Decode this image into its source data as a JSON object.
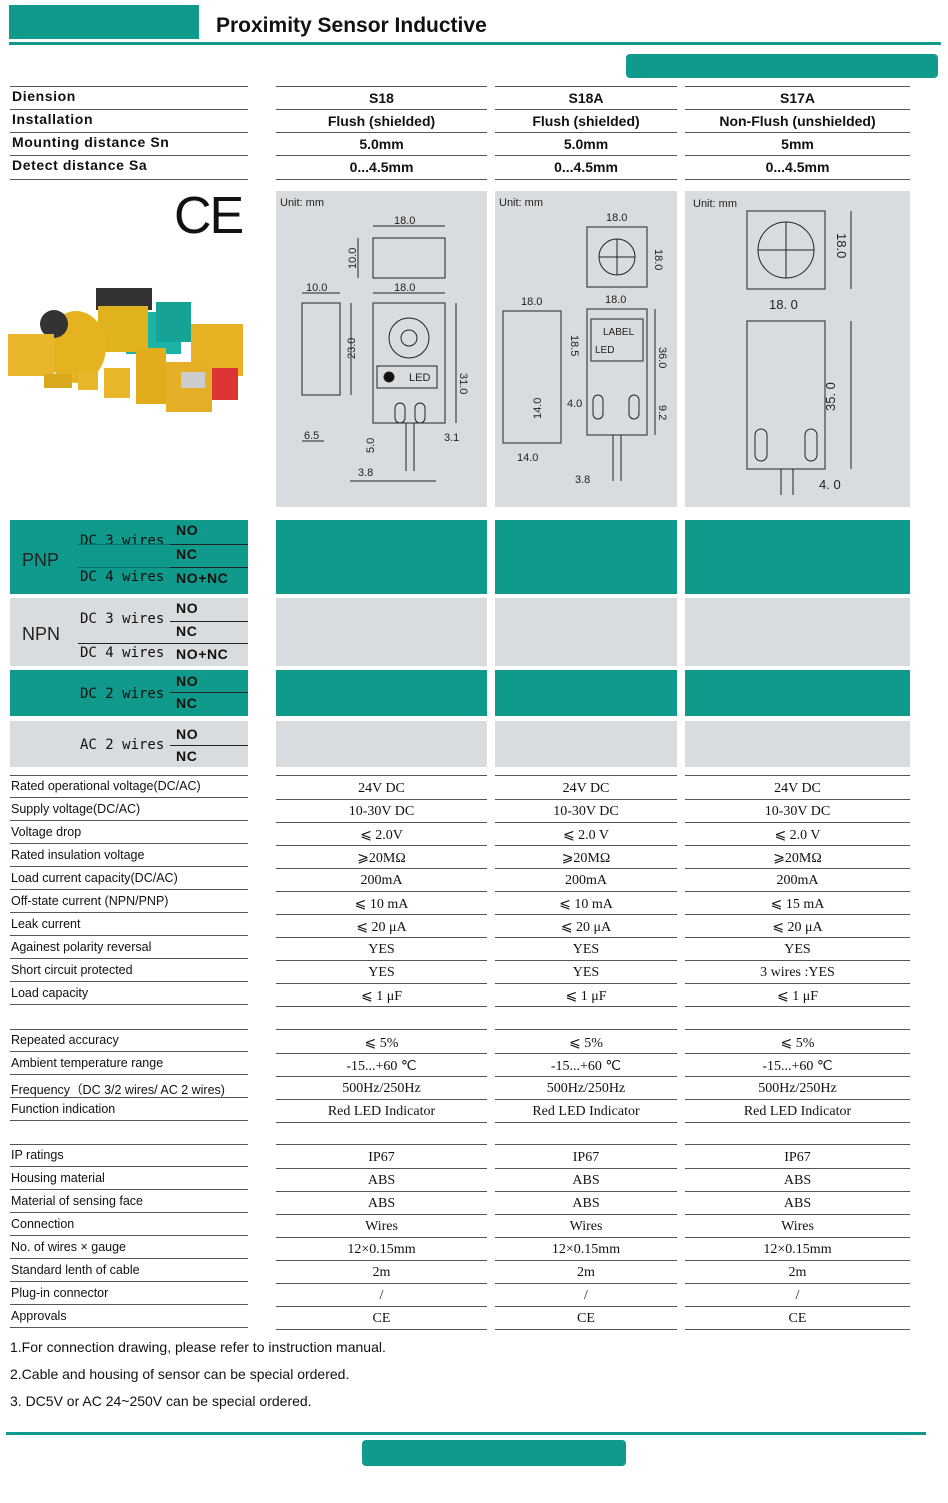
{
  "header": {
    "title": "Proximity Sensor Inductive"
  },
  "colors": {
    "teal": "#0f9a8c",
    "panel": "#d9dcdf"
  },
  "top_rows": [
    {
      "label": "Diension",
      "values": [
        "S18",
        "S18A",
        "S17A"
      ]
    },
    {
      "label": "Installation",
      "values": [
        "Flush (shielded)",
        "Flush (shielded)",
        "Non-Flush (unshielded)"
      ]
    },
    {
      "label": "Mounting distance Sn",
      "values": [
        "5.0mm",
        "5.0mm",
        "5mm"
      ]
    },
    {
      "label": "Detect distance Sa",
      "values": [
        "0...4.5mm",
        "0...4.5mm",
        "0...4.5mm"
      ]
    }
  ],
  "ce_mark": "CE",
  "drawings": {
    "unit": "Unit: mm",
    "s18": {
      "d1": "18.0",
      "d2": "10.0",
      "d3": "10.0",
      "d4": "18.0",
      "d5": "23.0",
      "d6": "31.0",
      "d7": "LED",
      "d8": "6.5",
      "d9": "5.0",
      "d10": "3.1",
      "d11": "3.8"
    },
    "s18a": {
      "d1": "18.0",
      "d2": "18.0",
      "d3": "18.0",
      "d4": "18.0",
      "d5": "18.5",
      "d6": "36.0",
      "d7": "LABEL",
      "d8": "LED",
      "d9": "14.0",
      "d10": "4.0",
      "d11": "9.2",
      "d12": "14.0",
      "d13": "3.8"
    },
    "s17a": {
      "d1": "18.0",
      "d2": "18. 0",
      "d3": "35. 0",
      "d4": "4. 0"
    }
  },
  "wiring": {
    "pnp": {
      "label": "PNP",
      "rows": [
        {
          "wires": "DC 3 wires",
          "types": [
            "NO",
            "NC"
          ]
        },
        {
          "wires": "DC 4 wires",
          "types": [
            "NO+NC"
          ]
        }
      ]
    },
    "npn": {
      "label": "NPN",
      "rows": [
        {
          "wires": "DC 3 wires",
          "types": [
            "NO",
            "NC"
          ]
        },
        {
          "wires": "DC 4 wires",
          "types": [
            "NO+NC"
          ]
        }
      ]
    },
    "dc2": {
      "wires": "DC 2 wires",
      "types": [
        "NO",
        "NC"
      ]
    },
    "ac2": {
      "wires": "AC 2 wires",
      "types": [
        "NO",
        "NC"
      ]
    }
  },
  "specs": [
    {
      "label": "Rated operational voltage(DC/AC)",
      "values": [
        "24V DC",
        "24V DC",
        "24V DC"
      ]
    },
    {
      "label": "Supply voltage(DC/AC)",
      "values": [
        "10-30V DC",
        "10-30V DC",
        "10-30V DC"
      ]
    },
    {
      "label": "Voltage drop",
      "values": [
        "⩽ 2.0V",
        "⩽ 2.0 V",
        "⩽ 2.0 V"
      ]
    },
    {
      "label": "Rated insulation voltage",
      "values": [
        "⩾20MΩ",
        "⩾20MΩ",
        "⩾20MΩ"
      ]
    },
    {
      "label": "Load current capacity(DC/AC)",
      "values": [
        "200mA",
        "200mA",
        "200mA"
      ]
    },
    {
      "label": "Off-state current (NPN/PNP)",
      "values": [
        "⩽ 10 mA",
        "⩽ 10 mA",
        "⩽ 15 mA"
      ]
    },
    {
      "label": "Leak current",
      "values": [
        "⩽ 20 μA",
        "⩽ 20 μA",
        "⩽ 20 μA"
      ]
    },
    {
      "label": "Againest polarity reversal",
      "values": [
        "YES",
        "YES",
        "YES"
      ]
    },
    {
      "label": "Short circuit protected",
      "values": [
        "YES",
        "YES",
        "3 wires :YES"
      ]
    },
    {
      "label": "Load capacity",
      "values": [
        "⩽ 1 μF",
        "⩽ 1 μF",
        "⩽ 1 μF"
      ]
    }
  ],
  "specs2": [
    {
      "label": "Repeated accuracy",
      "values": [
        "⩽ 5%",
        "⩽ 5%",
        "⩽ 5%"
      ]
    },
    {
      "label": "Ambient temperature range",
      "values": [
        "-15...+60 ℃",
        "-15...+60 ℃",
        "-15...+60 ℃"
      ]
    },
    {
      "label": "Frequency（DC 3/2 wires/ AC 2 wires)",
      "values": [
        "500Hz/250Hz",
        "500Hz/250Hz",
        "500Hz/250Hz"
      ]
    },
    {
      "label": "Function indication",
      "values": [
        "Red LED Indicator",
        "Red LED Indicator",
        "Red LED Indicator"
      ]
    }
  ],
  "specs3": [
    {
      "label": "IP ratings",
      "values": [
        "IP67",
        "IP67",
        "IP67"
      ]
    },
    {
      "label": "Housing material",
      "values": [
        "ABS",
        "ABS",
        "ABS"
      ]
    },
    {
      "label": "Material of sensing face",
      "values": [
        "ABS",
        "ABS",
        "ABS"
      ]
    },
    {
      "label": "Connection",
      "values": [
        "Wires",
        "Wires",
        "Wires"
      ]
    },
    {
      "label": "No. of wires × gauge",
      "values": [
        "12×0.15mm",
        "12×0.15mm",
        "12×0.15mm"
      ]
    },
    {
      "label": "Standard lenth of cable",
      "values": [
        "2m",
        "2m",
        "2m"
      ]
    },
    {
      "label": "Plug-in connector",
      "values": [
        "/",
        "/",
        "/"
      ]
    },
    {
      "label": "Approvals",
      "values": [
        "CE",
        "CE",
        "CE"
      ]
    }
  ],
  "notes": [
    "1.For connection drawing, please refer to instruction manual.",
    "2.Cable and housing of sensor can be special ordered.",
    "3. DC5V or AC 24~250V can be special ordered."
  ]
}
